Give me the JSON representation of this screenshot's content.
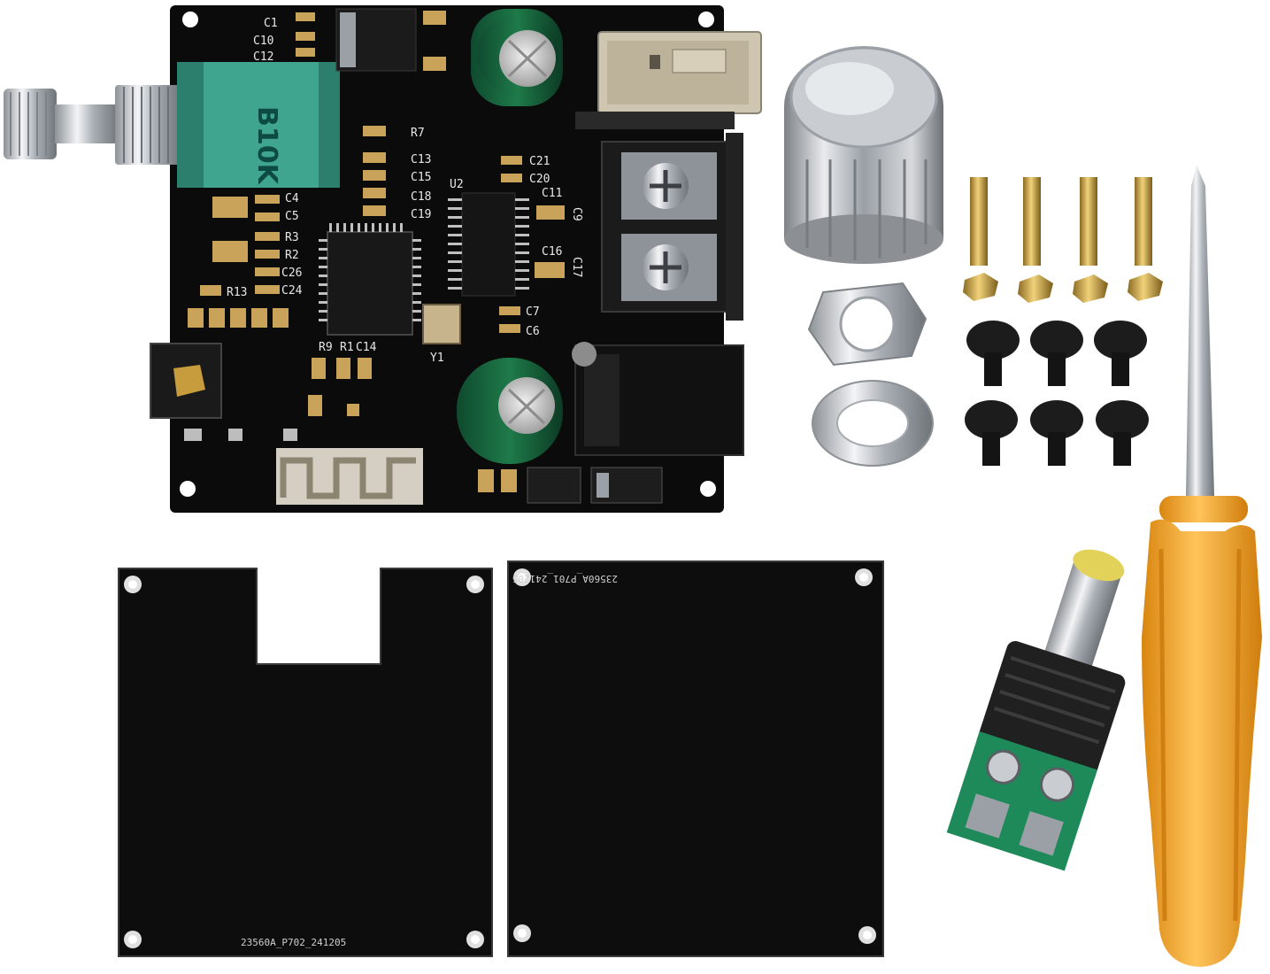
{
  "board": {
    "pot_label": "B10K",
    "labels": {
      "c1": "C1",
      "c10": "C10",
      "c12": "C12",
      "r7": "R7",
      "c13": "C13",
      "c15": "C15",
      "c18": "C18",
      "c19": "C19",
      "u2": "U2",
      "c21": "C21",
      "c20": "C20",
      "c11": "C11",
      "c9": "C9",
      "c4": "C4",
      "c5": "C5",
      "r3": "R3",
      "r2": "R2",
      "c26": "C26",
      "c24": "C24",
      "r13": "R13",
      "c16": "C16",
      "c17": "C17",
      "c7": "C7",
      "c6": "C6",
      "y1": "Y1",
      "r9": "R9",
      "r1": "R1",
      "c14": "C14"
    }
  },
  "covers": {
    "left_code": "23560A_P702_241205",
    "right_code": "23560A_P701_241205"
  },
  "colors": {
    "pcb": "#0b0b0b",
    "pot_body": "#3fa58f",
    "terminal_green": "#1e8a5a",
    "screwdriver_handle": "#f2a52a",
    "metal": "#c9cdd2"
  }
}
